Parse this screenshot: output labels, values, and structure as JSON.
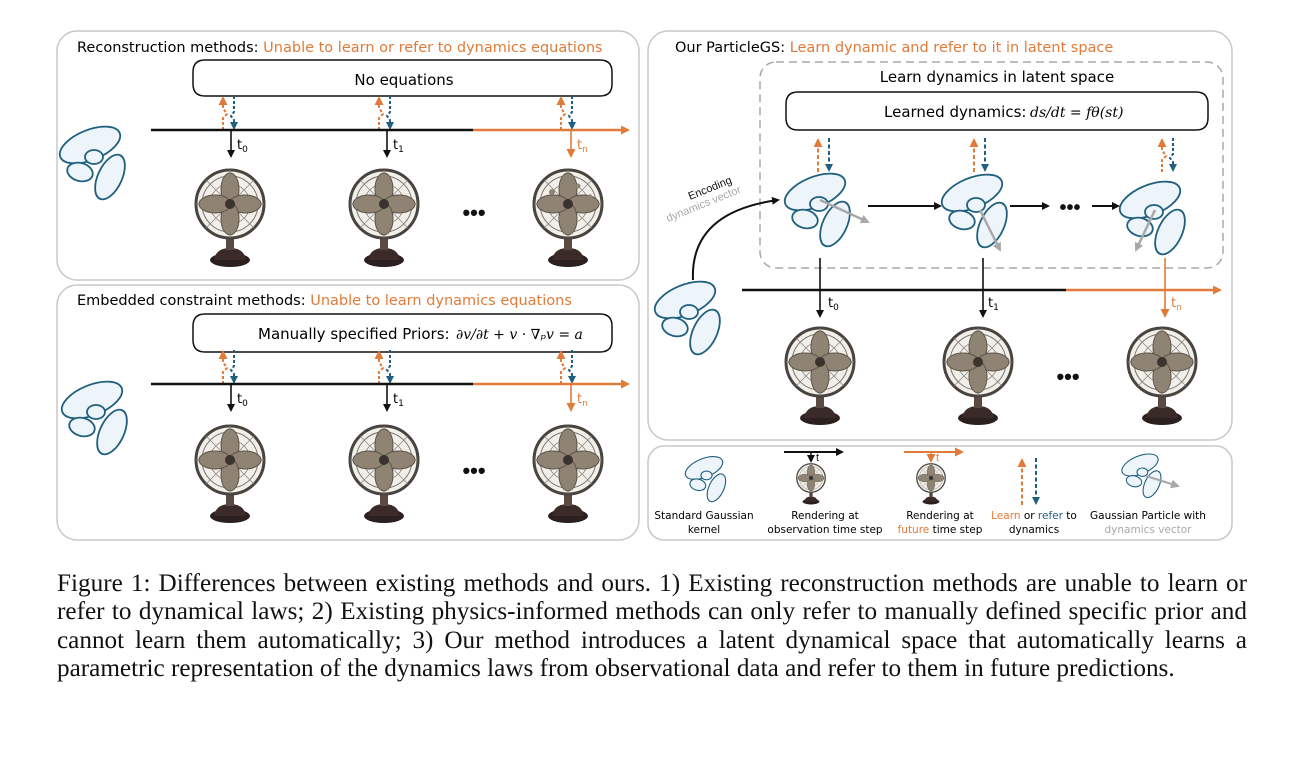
{
  "panels": {
    "reconstruction": {
      "title_prefix": "Reconstruction methods: ",
      "title_highlight": "Unable to learn or refer to dynamics equations",
      "box_text": "No equations",
      "time_labels": [
        "t",
        "0",
        "t",
        "1",
        "t",
        "n"
      ]
    },
    "embedded": {
      "title_prefix": "Embedded constraint methods: ",
      "title_highlight": "Unable to learn dynamics equations",
      "box_text": "Manually specified Priors:",
      "equation": "∂v/∂t + v · ∇ₚv = a",
      "time_labels": [
        "t",
        "0",
        "t",
        "1",
        "t",
        "n"
      ]
    },
    "ours": {
      "title_prefix": "Our ParticleGS: ",
      "title_highlight": "Learn dynamic and refer to it in latent space",
      "latent_title": "Learn dynamics in latent space",
      "box_text": "Learned dynamics:",
      "equation": "ds/dt = fθ(st)",
      "encoding_label": "Encoding",
      "dynamics_vector_label": "dynamics vector",
      "time_labels": [
        "t",
        "0",
        "t",
        "1",
        "t",
        "n"
      ]
    }
  },
  "ellipsis": "•••",
  "legend": {
    "item1": [
      "Standard Gaussian",
      "kernel"
    ],
    "item2": [
      "Rendering at",
      "observation time step"
    ],
    "item3_line1": "Rendering at",
    "item3_future": "future",
    "item3_rest": " time step",
    "item4_learn": "Learn",
    "item4_or": " or ",
    "item4_refer": "refer",
    "item4_to": " to",
    "item4_line2": "dynamics",
    "item5_line1": "Gaussian Particle with",
    "item5_line2": "dynamics vector",
    "t_label": "t"
  },
  "caption": "Figure 1: Differences between existing methods and ours. 1) Existing reconstruction methods are unable to learn or refer to dynamical laws; 2) Existing physics-informed methods can only refer to manually defined specific prior and cannot learn them automatically; 3) Our method introduces a latent dynamical space that automatically learns a parametric representation of the dynamics laws from observational data and refer to them in future predictions.",
  "colors": {
    "orange": "#e07b39",
    "blue": "#1f5f7f",
    "gray": "#a8a8a8",
    "panel_border": "#c8c8c8"
  }
}
